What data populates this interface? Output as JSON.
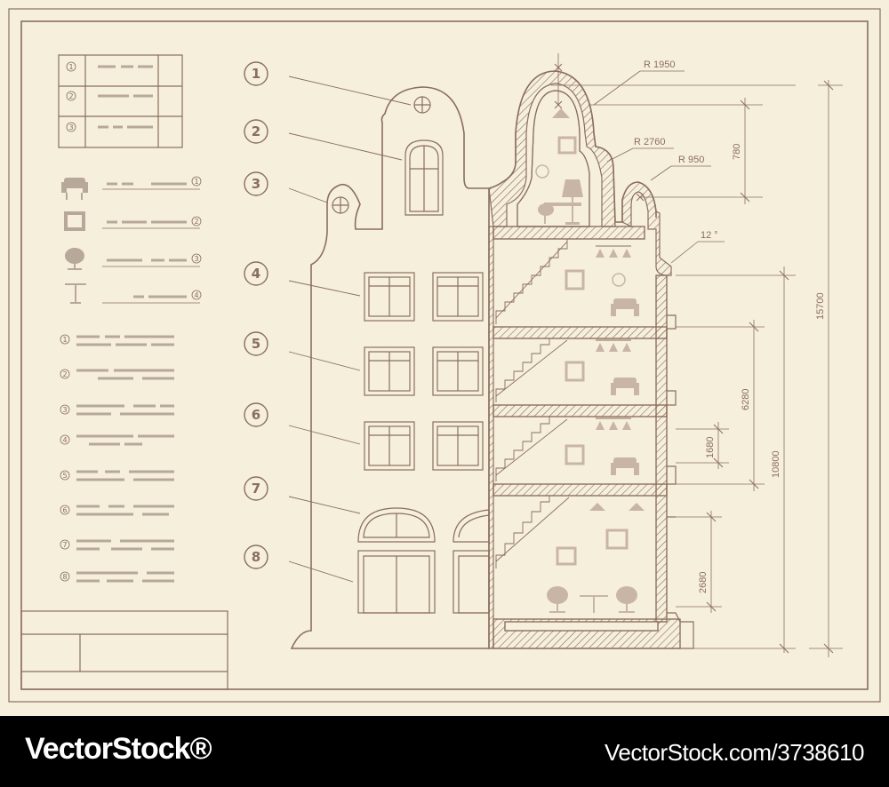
{
  "drawing": {
    "callouts": [
      "1",
      "2",
      "3",
      "4",
      "5",
      "6",
      "7",
      "8"
    ],
    "legend_numbers": [
      "1",
      "2",
      "3",
      "4",
      "5",
      "6",
      "7",
      "8"
    ],
    "icon_numbers": [
      "1",
      "2",
      "3",
      "4"
    ],
    "table_numbers": [
      "1",
      "2",
      "3"
    ],
    "dimensions": {
      "r1950": "R 1950",
      "r2760": "R 2760",
      "r950": "R 950",
      "angle": "12 °",
      "d780": "780",
      "d15700": "15700",
      "d10800": "10800",
      "d6280": "6280",
      "d1680": "1680",
      "d2680": "2680"
    },
    "line_color": "#8a6e5c",
    "paper_color": "#f6efdc"
  },
  "footer": {
    "brand": "VectorStock®",
    "image_id": "VectorStock.com/3738610"
  }
}
